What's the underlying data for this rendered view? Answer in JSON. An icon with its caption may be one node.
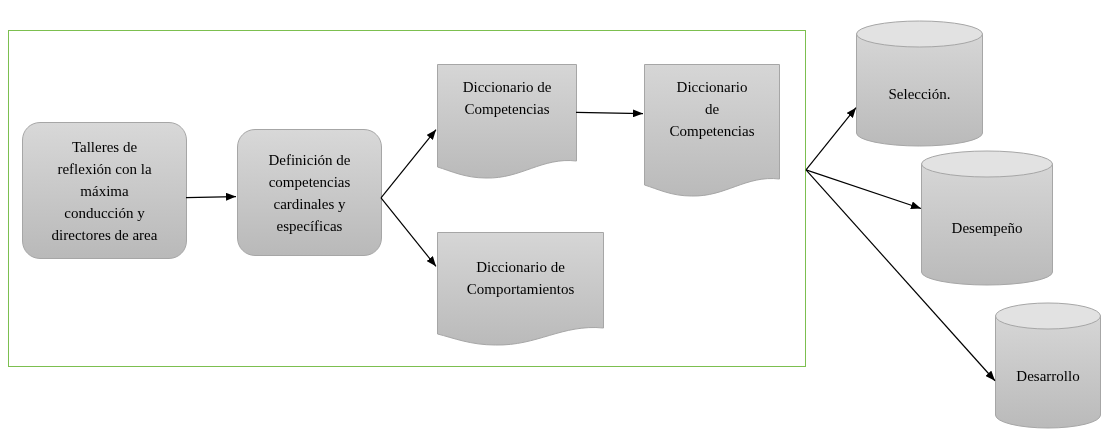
{
  "diagram": {
    "nodes": [
      {
        "text": [],
        "shape": "box"
      },
      {
        "text": [
          "Talleres de reflexión con la máxima conducción y directores de area"
        ],
        "in": 0
      },
      {
        "text": [
          "Definición de competencias cardinales y específicas"
        ],
        "in": 0
      },
      {
        "text": [
          "Diccionario de Competencias"
        ],
        "in": 0
      },
      {
        "text": [
          "Diccionario de Competencias"
        ],
        "in": 0
      },
      {
        "text": [
          "Diccionario de Comportamientos"
        ],
        "in": 0
      },
      {
        "text": [
          "Selección."
        ]
      },
      {
        "text": [
          "Desempeño"
        ]
      },
      {
        "text": [
          "Desarrollo"
        ]
      }
    ],
    "edges": [
      {
        "from": 1,
        "to": 2,
        "arrow": "to"
      },
      {
        "from": 2,
        "to": 3,
        "arrow": "to"
      },
      {
        "from": 2,
        "to": 5,
        "arrow": "to"
      },
      {
        "from": 3,
        "to": 4,
        "arrow": "to"
      },
      {
        "from": 0,
        "to": 6,
        "arrow": "to"
      },
      {
        "from": 0,
        "to": 7,
        "arrow": "to"
      },
      {
        "from": 0,
        "to": 8,
        "arrow": "to"
      }
    ]
  }
}
